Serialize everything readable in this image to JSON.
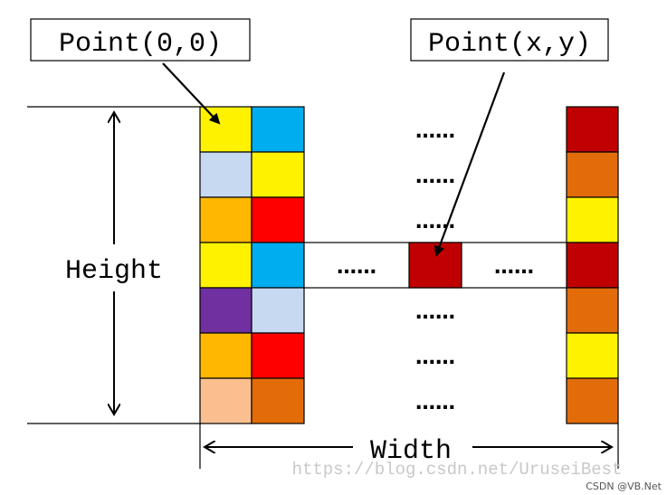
{
  "labels": {
    "origin_point": "Point(0,0)",
    "xy_point": "Point(x,y)",
    "height": "Height",
    "width": "Width",
    "ellipsis": "……"
  },
  "watermark": {
    "url": "https://blog.csdn.net/UruseiBest",
    "credit": "CSDN @VB.Net"
  },
  "colors": {
    "yellow": "#FFF200",
    "sky_blue": "#00AEEF",
    "light_blue": "#C6D9F1",
    "orange": "#FFB700",
    "red": "#FF0000",
    "purple": "#7030A0",
    "peach": "#FBBF8F",
    "dark_orange": "#E36C0A",
    "dark_red": "#C00000"
  },
  "grid": {
    "left_column_1": [
      "yellow",
      "light_blue",
      "orange",
      "yellow",
      "purple",
      "orange",
      "peach"
    ],
    "left_column_2": [
      "sky_blue",
      "yellow",
      "red",
      "sky_blue",
      "light_blue",
      "red",
      "dark_orange"
    ],
    "right_column": [
      "dark_red",
      "dark_orange",
      "yellow",
      "dark_red",
      "dark_orange",
      "yellow",
      "dark_orange"
    ],
    "highlight_cell": "dark_red"
  }
}
